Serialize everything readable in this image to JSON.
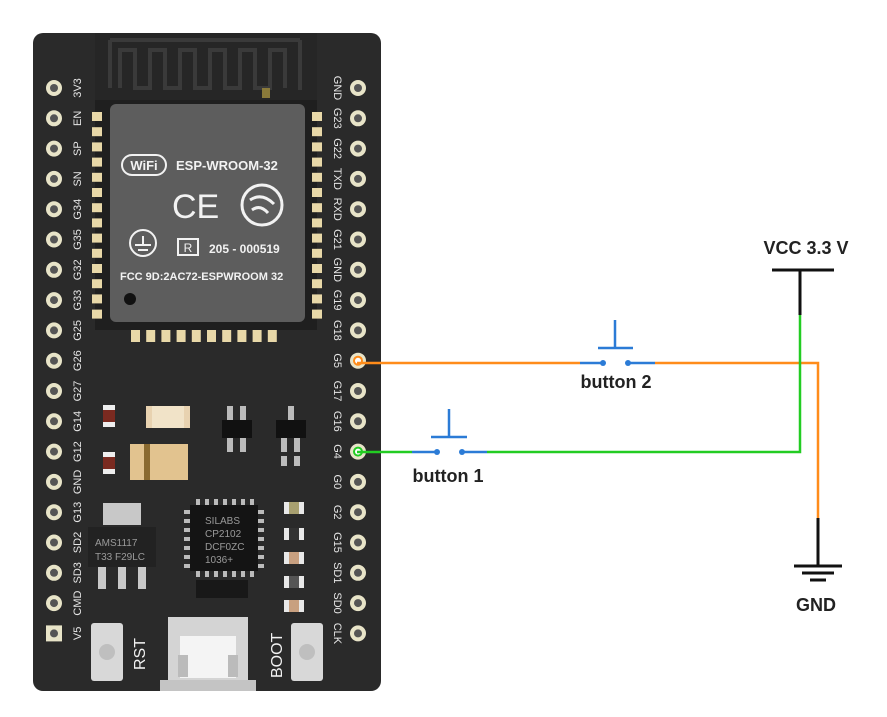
{
  "board": {
    "left_pins": [
      "3V3",
      "EN",
      "SP",
      "SN",
      "G34",
      "G35",
      "G32",
      "G33",
      "G25",
      "G26",
      "G27",
      "G14",
      "G12",
      "GND",
      "G13",
      "SD2",
      "SD3",
      "CMD",
      "V5"
    ],
    "right_pins": [
      "GND",
      "G23",
      "G22",
      "TXD",
      "RXD",
      "G21",
      "GND",
      "G19",
      "G18",
      "G5",
      "G17",
      "G16",
      "G4",
      "G0",
      "G2",
      "G15",
      "SD1",
      "SD0",
      "CLK"
    ],
    "module": {
      "wifi_logo": "WiFi",
      "name": "ESP-WROOM-32",
      "ce": "CE",
      "r_mark": "R",
      "cert_number": "205 - 000519",
      "fcc": "FCC 9D:2AC72-ESPWROOM 32"
    },
    "usb_chip": [
      "SILABS",
      "CP2102",
      "DCF0ZC",
      "1036+"
    ],
    "regulator": [
      "AMS1117",
      "T33 F29LC"
    ],
    "rst_label": "RST",
    "boot_label": "BOOT"
  },
  "circuit": {
    "vcc_label": "VCC 3.3 V",
    "gnd_label": "GND",
    "button1_label": "button 1",
    "button2_label": "button 2",
    "wire_colors": {
      "vcc_wire": "#22cc22",
      "gnd_wire": "#ff8c1a",
      "button_symbol": "#2b7bd6"
    }
  }
}
